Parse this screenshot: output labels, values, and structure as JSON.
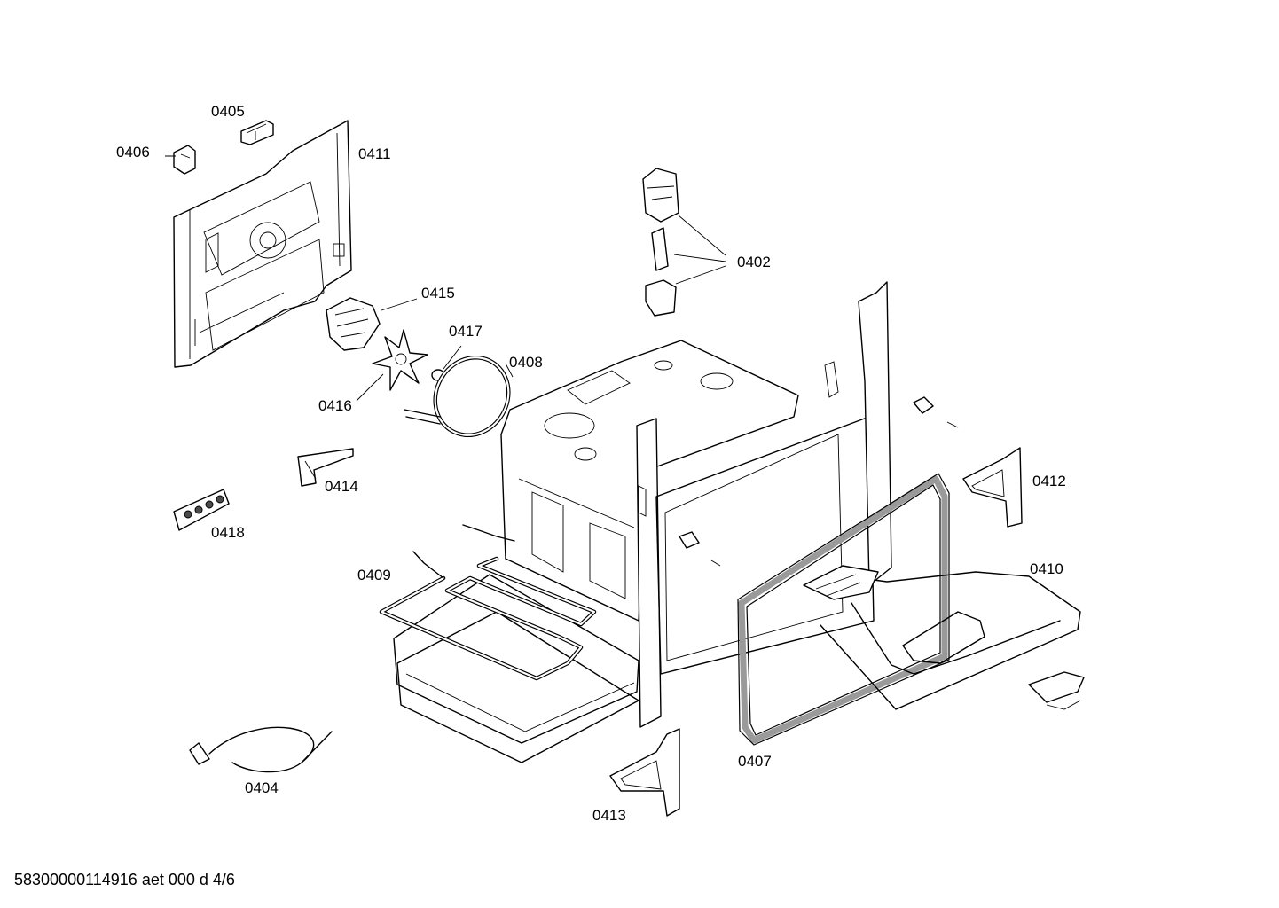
{
  "diagram": {
    "document_code": "58300000114916 aet 000 d 4/6",
    "parts": [
      {
        "id": "0402",
        "label": "0402"
      },
      {
        "id": "0404",
        "label": "0404"
      },
      {
        "id": "0405",
        "label": "0405"
      },
      {
        "id": "0406",
        "label": "0406"
      },
      {
        "id": "0407",
        "label": "0407"
      },
      {
        "id": "0408",
        "label": "0408"
      },
      {
        "id": "0409",
        "label": "0409"
      },
      {
        "id": "0410",
        "label": "0410"
      },
      {
        "id": "0411",
        "label": "0411"
      },
      {
        "id": "0412",
        "label": "0412"
      },
      {
        "id": "0413",
        "label": "0413"
      },
      {
        "id": "0414",
        "label": "0414"
      },
      {
        "id": "0415",
        "label": "0415"
      },
      {
        "id": "0416",
        "label": "0416"
      },
      {
        "id": "0417",
        "label": "0417"
      },
      {
        "id": "0418",
        "label": "0418"
      }
    ]
  }
}
